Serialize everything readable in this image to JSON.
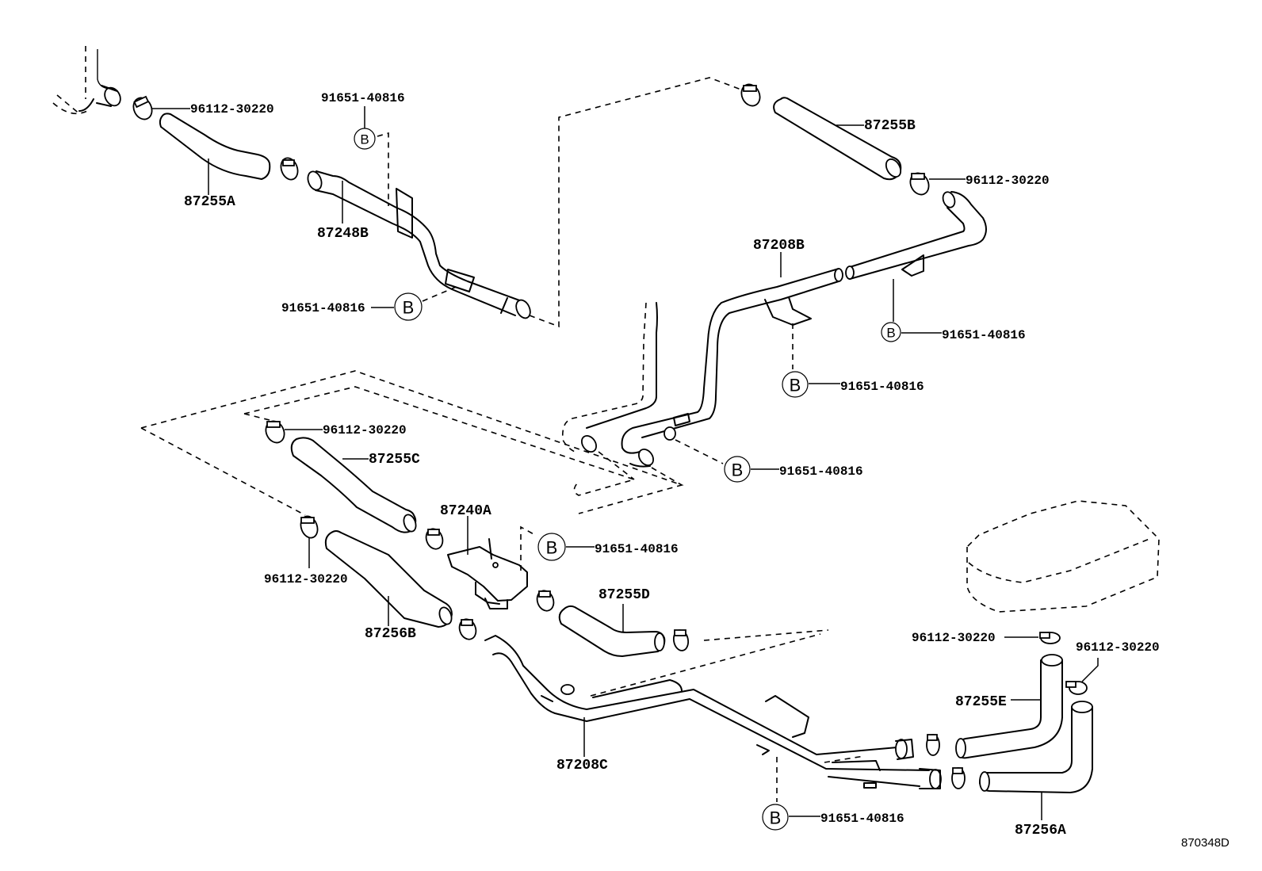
{
  "diagram": {
    "figure_id": "870348D",
    "bolt_marker": "B",
    "parts": {
      "hose_87255A": "87255A",
      "hose_87255B": "87255B",
      "hose_87255C": "87255C",
      "hose_87255D": "87255D",
      "hose_87255E": "87255E",
      "hose_87256A": "87256A",
      "hose_87256B": "87256B",
      "pipe_87248B": "87248B",
      "pipe_87208B": "87208B",
      "pipe_87208C": "87208C",
      "valve_87240A": "87240A"
    },
    "callouts": [
      {
        "id": "clamp-1",
        "label": "96112-30220"
      },
      {
        "id": "bolt-1",
        "label": "91651-40816"
      },
      {
        "id": "bolt-2",
        "label": "91651-40816"
      },
      {
        "id": "clamp-2",
        "label": "96112-30220"
      },
      {
        "id": "bolt-3",
        "label": "91651-40816"
      },
      {
        "id": "bolt-4",
        "label": "91651-40816"
      },
      {
        "id": "bolt-5",
        "label": "91651-40816"
      },
      {
        "id": "clamp-3",
        "label": "96112-30220"
      },
      {
        "id": "clamp-4",
        "label": "96112-30220"
      },
      {
        "id": "bolt-6",
        "label": "91651-40816"
      },
      {
        "id": "clamp-5",
        "label": "96112-30220"
      },
      {
        "id": "clamp-6",
        "label": "96112-30220"
      },
      {
        "id": "bolt-7",
        "label": "91651-40816"
      }
    ]
  }
}
